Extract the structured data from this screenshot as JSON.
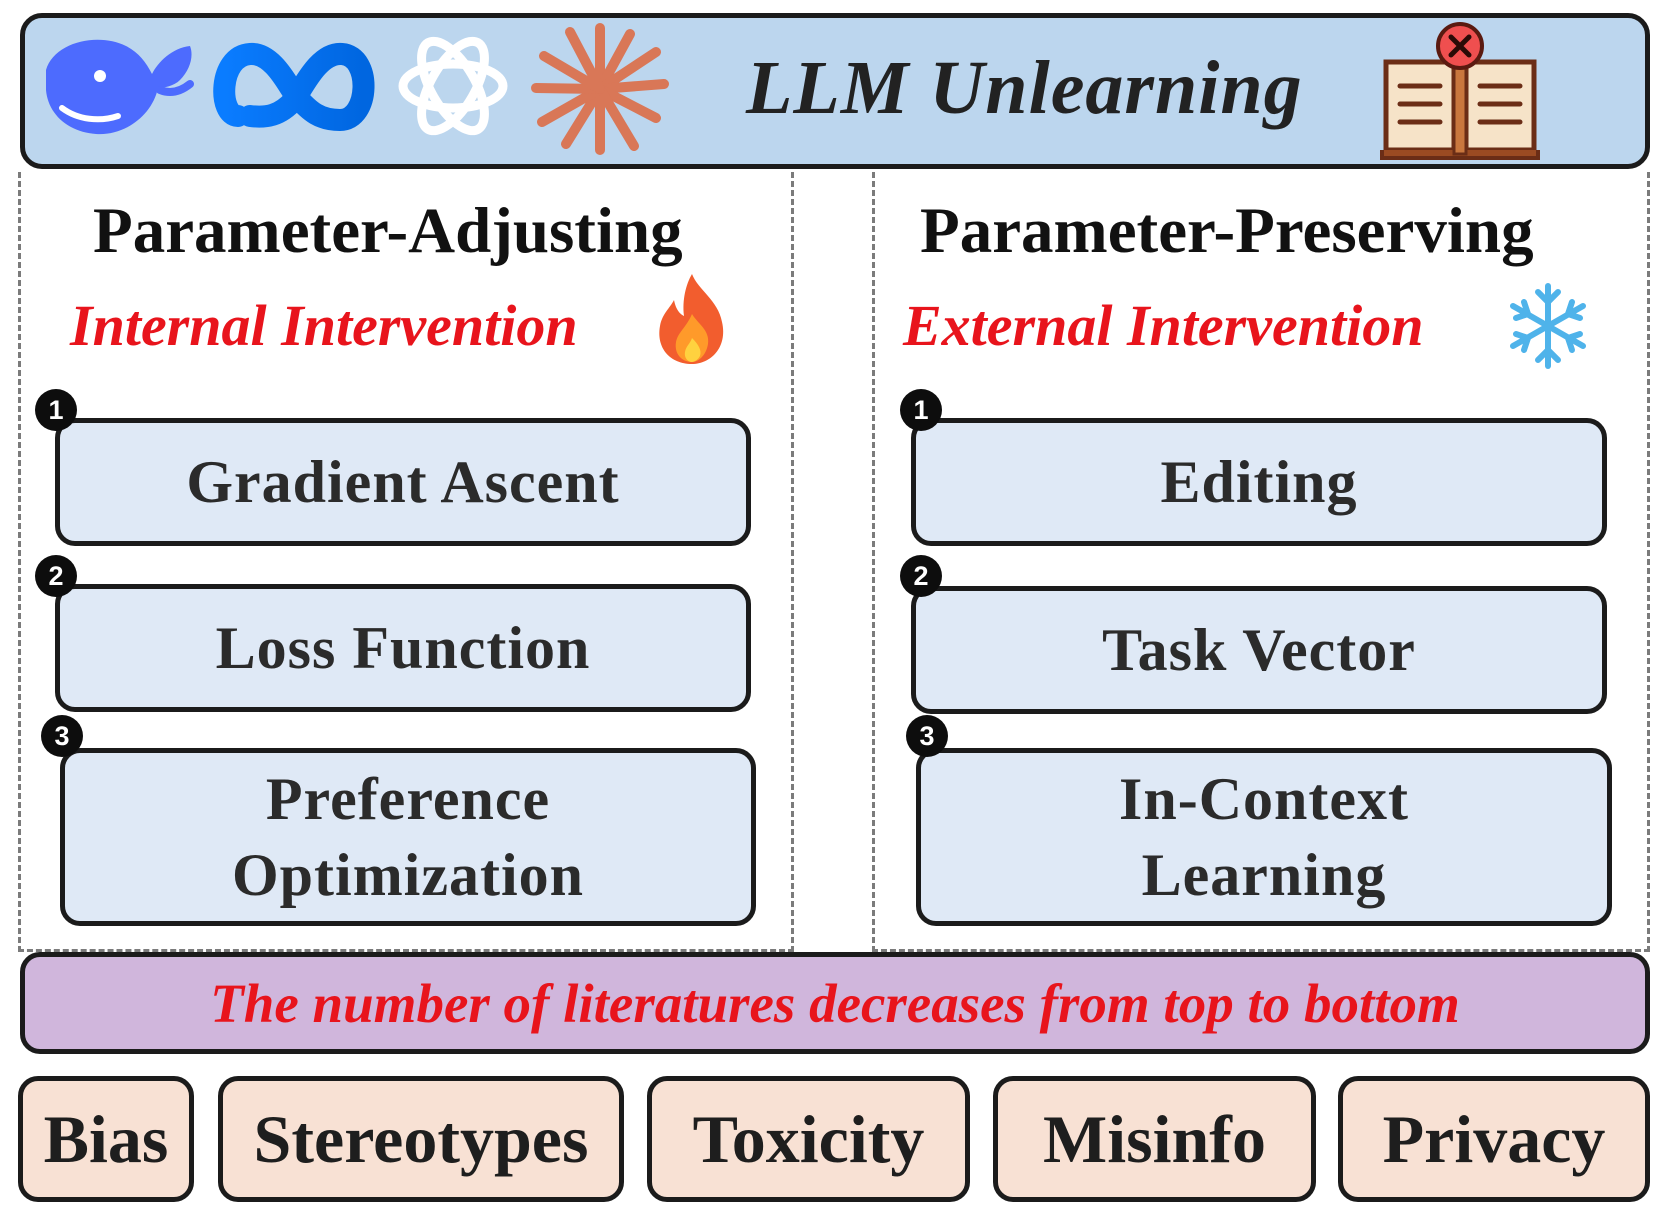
{
  "header": {
    "title": "LLM Unlearning",
    "logos": [
      "deepseek-whale-logo",
      "meta-infinity-logo",
      "openai-knot-logo",
      "claude-starburst-logo"
    ],
    "right_icon": "open-book-with-x-icon"
  },
  "left": {
    "heading": "Parameter-Adjusting",
    "intervention": "Internal Intervention",
    "intervention_icon": "fire-icon",
    "methods": [
      {
        "num": "1",
        "label": "Gradient Ascent"
      },
      {
        "num": "2",
        "label": "Loss Function"
      },
      {
        "num": "3",
        "label_lines": [
          "Preference",
          "Optimization"
        ]
      }
    ]
  },
  "right": {
    "heading": "Parameter-Preserving",
    "intervention": "External Intervention",
    "intervention_icon": "snowflake-icon",
    "methods": [
      {
        "num": "1",
        "label": "Editing"
      },
      {
        "num": "2",
        "label": "Task Vector"
      },
      {
        "num": "3",
        "label_lines": [
          "In-Context",
          "Learning"
        ]
      }
    ]
  },
  "banner": {
    "text": "The number of literatures decreases from top to bottom"
  },
  "tags": [
    "Bias",
    "Stereotypes",
    "Toxicity",
    "Misinfo",
    "Privacy"
  ],
  "colors": {
    "header_bg": "#bcd6ee",
    "method_bg": "#dfe9f6",
    "banner_bg": "#d0b6dc",
    "tag_bg": "#f8e1d4",
    "accent_red": "#e8141c"
  }
}
